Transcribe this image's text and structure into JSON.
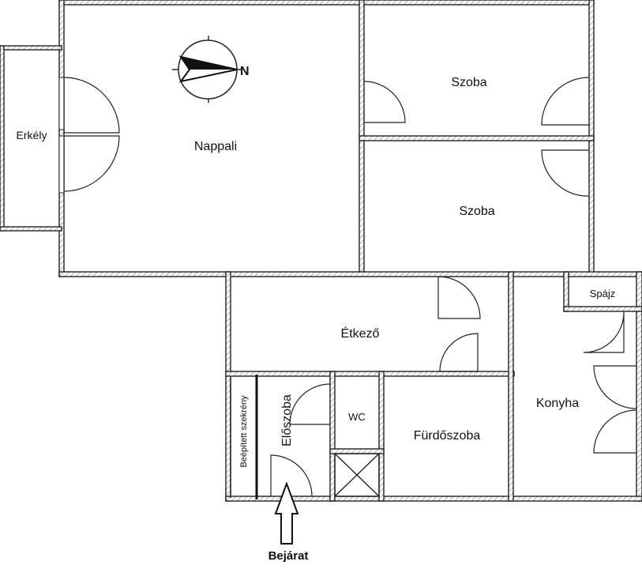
{
  "rooms": {
    "nappali": "Nappali",
    "szoba_top": "Szoba",
    "szoba_bottom": "Szoba",
    "erkely": "Erkély",
    "etkezo": "Étkező",
    "eloszoba": "Előszoba",
    "wc": "WC",
    "furdoszoba": "Fürdőszoba",
    "konyha": "Konyha",
    "spajz": "Spájz"
  },
  "built_in_wardrobe": "Beépített szekrény",
  "entrance": "Bejárat",
  "compass": {
    "label": "N"
  },
  "colors": {
    "wall_stroke": "#222222",
    "hatch": "#c8c8c8"
  }
}
